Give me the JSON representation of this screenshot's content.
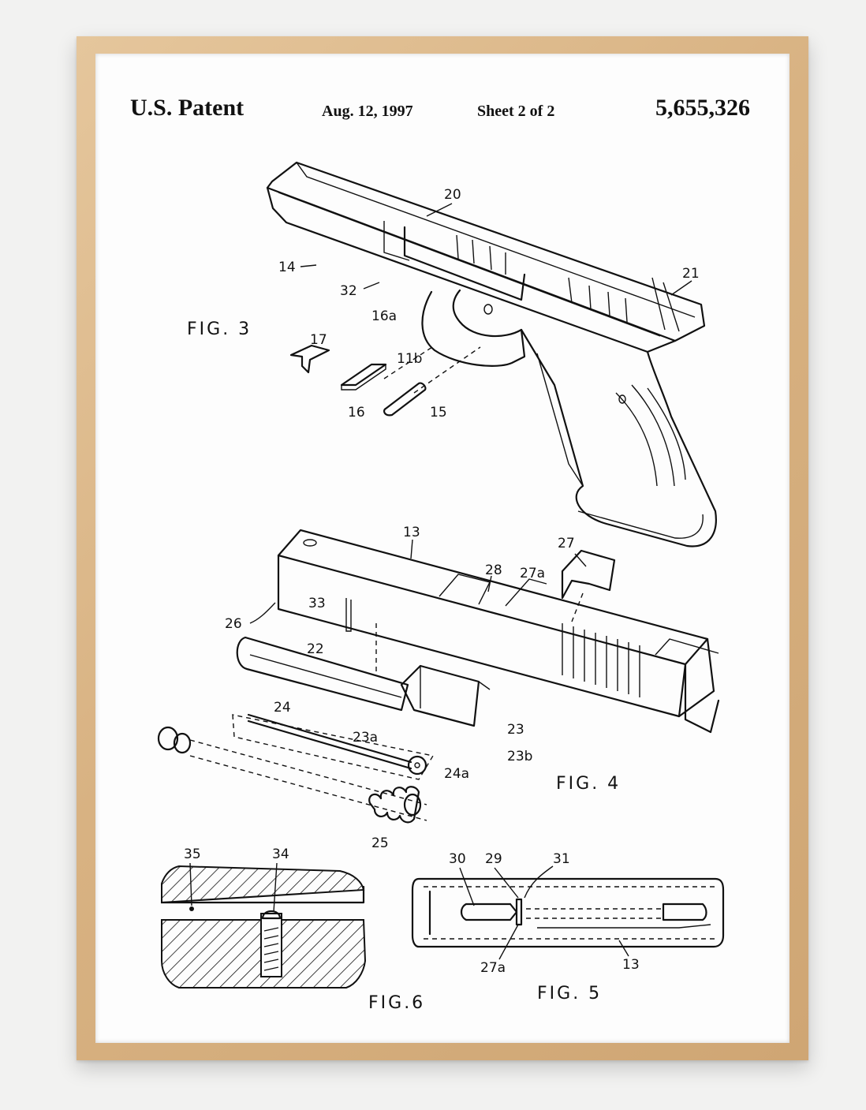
{
  "header": {
    "left": "U.S. Patent",
    "date": "Aug. 12, 1997",
    "sheet": "Sheet 2 of 2",
    "patent_number": "5,655,326"
  },
  "figures": {
    "fig3": "FIG. 3",
    "fig4": "FIG. 4",
    "fig5": "FIG. 5",
    "fig6": "FIG.6"
  },
  "labels": {
    "l14": "14",
    "l20": "20",
    "l21": "21",
    "l32": "32",
    "l16a": "16a",
    "l17": "17",
    "l11b": "11b",
    "l16": "16",
    "l15": "15",
    "l13": "13",
    "l27": "27",
    "l28": "28",
    "l27a": "27a",
    "l33": "33",
    "l26": "26",
    "l22": "22",
    "l24": "24",
    "l23a": "23a",
    "l23": "23",
    "l23b": "23b",
    "l24a": "24a",
    "l25": "25",
    "l35": "35",
    "l34": "34",
    "l30": "30",
    "l29": "29",
    "l31": "31",
    "l27a_b": "27a",
    "l13_b": "13"
  },
  "colors": {
    "frame": "#d8b282",
    "paper": "#fdfdfd",
    "ink": "#111111"
  }
}
